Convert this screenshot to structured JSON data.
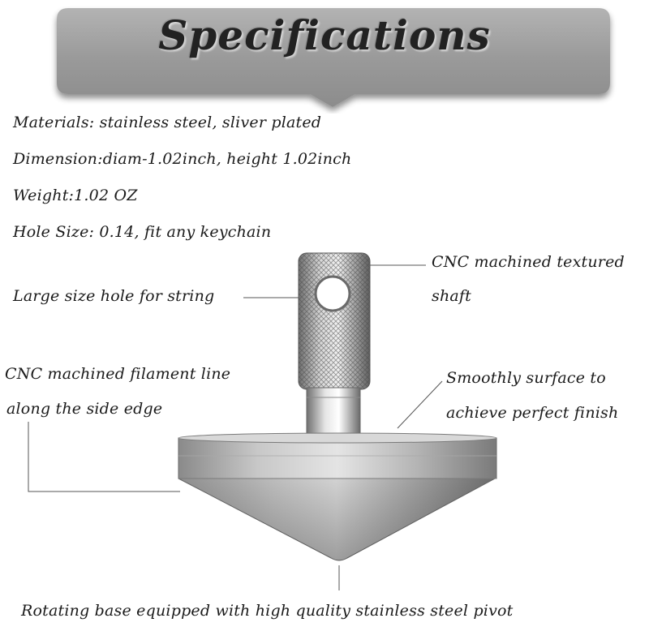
{
  "banner": {
    "title": "Specifications",
    "color": "#9b9b9b"
  },
  "specs": [
    "Materials: stainless steel, sliver plated",
    "Dimension:diam-1.02inch, height 1.02inch",
    "Weight:1.02 OZ",
    "Hole Size: 0.14, fit any keychain"
  ],
  "callouts": {
    "textured_shaft_line1": "CNC machined textured",
    "textured_shaft_line2": "shaft",
    "string_hole": "Large size hole for string",
    "filament_line1": "CNC  machined filament line",
    "filament_line2": "along the side edge",
    "surface_line1": "Smoothly surface to",
    "surface_line2": "achieve perfect finish",
    "pivot": "Rotating base equipped with high quality  stainless steel pivot"
  },
  "icons": {
    "product": "spinning-top-illustration"
  }
}
